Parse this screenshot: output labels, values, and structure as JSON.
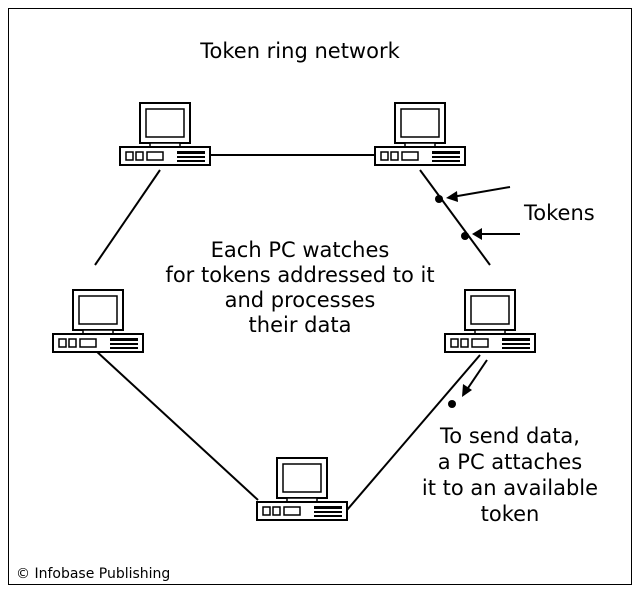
{
  "title": "Token ring network",
  "center_text": [
    "Each PC watches",
    "for tokens addressed to it",
    "and processes",
    "their data"
  ],
  "tokens_label": "Tokens",
  "send_text": [
    "To send data,",
    "a PC attaches",
    "it to an available",
    "token"
  ],
  "copyright": "© Infobase Publishing",
  "colors": {
    "line": "#000000",
    "background": "#ffffff"
  },
  "icons": [
    "pc-icon",
    "token-dot-icon",
    "arrow-icon"
  ]
}
